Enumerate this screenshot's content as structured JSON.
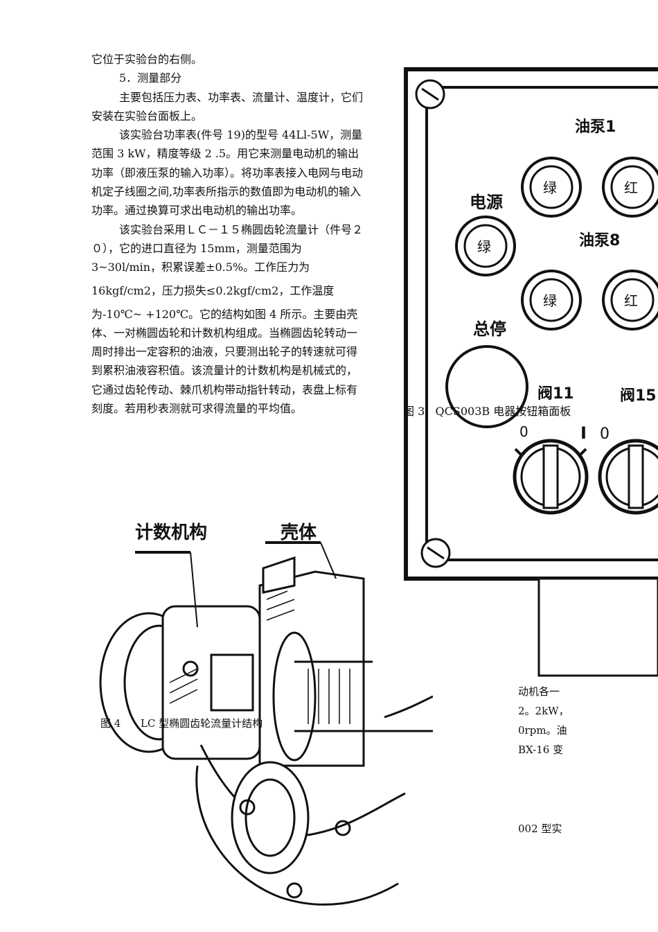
{
  "body": {
    "line1": "它位于实验台的右侧。",
    "section_heading": "5．测量部分",
    "p1": "主要包括压力表、功率表、流量计、温度计，它们安装在实验台面板上。",
    "p2": "该实验台功率表(件号 19)的型号 44Ll-5W，测量范围 3 kW，精度等级 2 .5。用它来测量电动机的输出功率（即液压泵的输入功率）。将功率表接入电网与电动机定子线圈之间,功率表所指示的数值即为电动机的输入功率。通过换算可求出电动机的输出功率。",
    "p3a": "该实验台采用ＬＣ－１５椭圆齿轮流量计（件号２０），它的进口直径为 15mm，测量范围为 3~30l/min，积累误差±0.5%。工作压力为",
    "p3b": "16kgf/cm2，压力损失≤0.2kgf/cm2，工作温度",
    "p3c": "为-10℃~ +120℃。它的结构如图 4 所示。主要由壳体、一对椭圆齿轮和计数机构组成。当椭圆齿轮转动一周时排出一定容积的油液，只要测出轮子的转速就可得到累积油液容积值。该流量计的计数机构是机械式的，它通过齿轮传动、棘爪机构带动指针转动，表盘上标有刻度。若用秒表测就可求得流量的平均值。"
  },
  "figure3": {
    "caption": "图 3   QCS003B 电器按钮箱面板",
    "labels": {
      "pump1": "油泵1",
      "power": "电源",
      "pump8": "油泵8",
      "stop_all": "总停",
      "valve11": "阀11",
      "valve15": "阀15",
      "green": "绿",
      "red": "红",
      "sw_off": "0",
      "sw_on": "I"
    }
  },
  "figure4": {
    "caption": "图 4      LC 型椭圆齿轮流量计结构",
    "labels": {
      "counter": "计数机构",
      "housing": "壳体"
    }
  },
  "fragments": {
    "f1": "动机各一",
    "f2": "2。2kW，",
    "f3": "0rpm。油",
    "f4": "BX-16 变",
    "f5": "002 型实"
  }
}
